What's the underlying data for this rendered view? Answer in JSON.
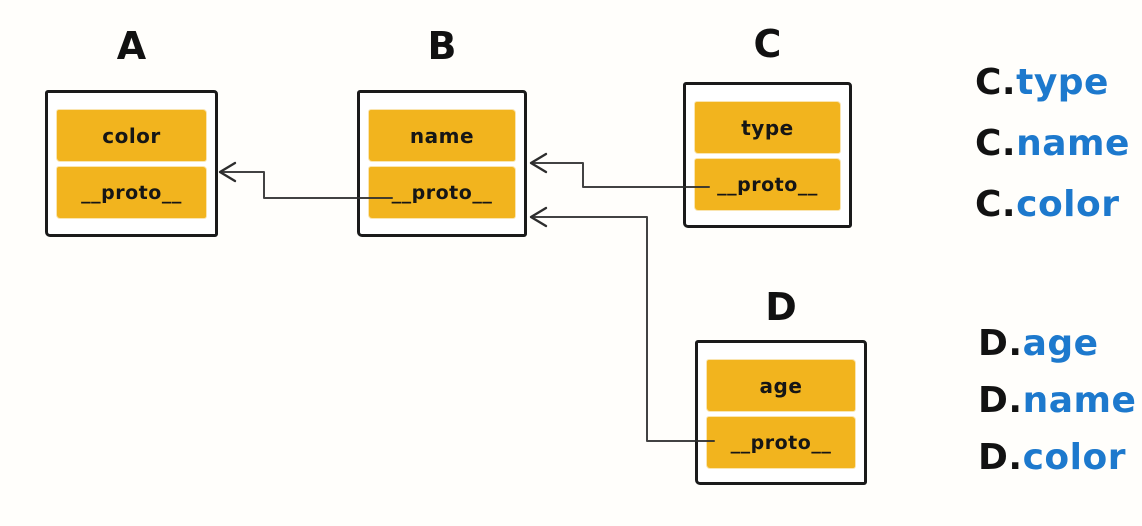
{
  "diagram": {
    "boxes": [
      {
        "label": "A",
        "fields": [
          "color",
          "__proto__"
        ]
      },
      {
        "label": "B",
        "fields": [
          "name",
          "__proto__"
        ]
      },
      {
        "label": "C",
        "fields": [
          "type",
          "__proto__"
        ]
      },
      {
        "label": "D",
        "fields": [
          "age",
          "__proto__"
        ]
      }
    ],
    "arrows": [
      {
        "from": "B.__proto__",
        "to": "A"
      },
      {
        "from": "C.__proto__",
        "to": "B"
      },
      {
        "from": "D.__proto__",
        "to": "B"
      }
    ],
    "expressions": {
      "separator": ".",
      "c": [
        {
          "object": "C",
          "property": "type"
        },
        {
          "object": "C",
          "property": "name"
        },
        {
          "object": "C",
          "property": "color"
        }
      ],
      "d": [
        {
          "object": "D",
          "property": "age"
        },
        {
          "object": "D",
          "property": "name"
        },
        {
          "object": "D",
          "property": "color"
        }
      ]
    },
    "colors": {
      "cell": "#F2B41E",
      "blue": "#1D79CD",
      "line": "#2d2d2d",
      "ink": "#1a1a1a"
    }
  }
}
